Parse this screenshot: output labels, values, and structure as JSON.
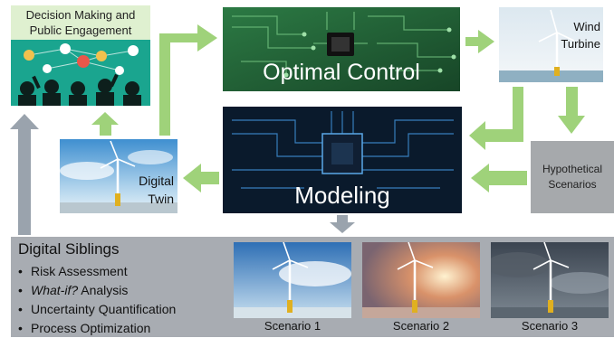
{
  "decision_panel": {
    "title_line1": "Decision Making and",
    "title_line2": "Public Engagement",
    "icon": "people-network-icon"
  },
  "optimal_control": {
    "label": "Optimal Control",
    "icon": "circuit-board-icon"
  },
  "wind_turbine": {
    "label_line1": "Wind",
    "label_line2": "Turbine",
    "icon": "wind-turbine-icon"
  },
  "modeling": {
    "label": "Modeling",
    "icon": "chip-icon"
  },
  "hypothetical": {
    "label_line1": "Hypothetical",
    "label_line2": "Scenarios"
  },
  "digital_twin": {
    "label_line1": "Digital",
    "label_line2": "Twin",
    "icon": "wind-turbine-icon"
  },
  "digital_siblings": {
    "title": "Digital Siblings",
    "items": [
      {
        "text": "Risk Assessment",
        "italic": ""
      },
      {
        "text": " Analysis",
        "italic": "What-if?"
      },
      {
        "text": "Uncertainty Quantification",
        "italic": ""
      },
      {
        "text": "Process Optimization",
        "italic": ""
      }
    ],
    "scenarios": [
      "Scenario 1",
      "Scenario 2",
      "Scenario 3"
    ]
  },
  "colors": {
    "arrow_green": "#9fd27a",
    "arrow_gray": "#9aa3ad",
    "siblings_bg": "#a8acb2",
    "hyp_bg": "#a6a9ac"
  }
}
